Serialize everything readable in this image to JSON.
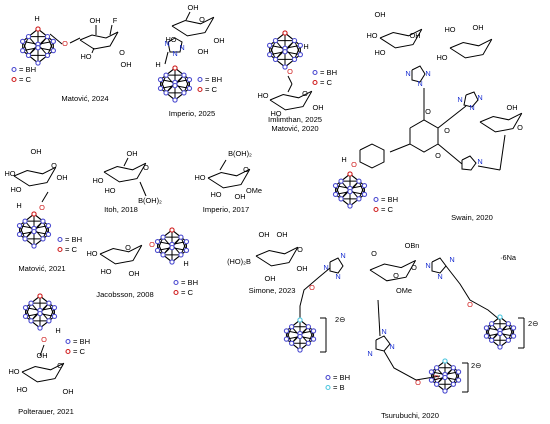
{
  "structures": [
    {
      "key": "s1",
      "label": "Matović, 2024",
      "legend": [
        "= BH",
        "= C"
      ],
      "sub": [
        "OH",
        "F",
        "HO",
        "OH",
        "O",
        "OH",
        "H",
        "O"
      ]
    },
    {
      "key": "s2",
      "label": "Imperio, 2025",
      "legend": [
        "= BH",
        "= C"
      ],
      "sub": [
        "OH",
        "HO",
        "OH",
        "OH",
        "O",
        "N",
        "N",
        "N",
        "H"
      ]
    },
    {
      "key": "s3",
      "label_lines": [
        "Imlimthan, 2025",
        "Matović, 2020"
      ],
      "legend": [
        "= BH",
        "= C"
      ],
      "sub": [
        "H",
        "O",
        "HO",
        "HO",
        "OH",
        "O",
        "OH"
      ]
    },
    {
      "key": "s4",
      "label": "Swain, 2020",
      "legend": [
        "= BH",
        "= C"
      ],
      "sub": [
        "OH",
        "HO",
        "HO",
        "OH",
        "HO",
        "HO",
        "OH",
        "N",
        "N",
        "N",
        "O",
        "O",
        "O",
        "OH",
        "O",
        "N",
        "N",
        "N",
        "H",
        "O"
      ]
    },
    {
      "key": "s5",
      "label": "Matović, 2021",
      "legend": [
        "= BH",
        "= C"
      ],
      "sub": [
        "OH",
        "HO",
        "HO",
        "OH",
        "O",
        "H",
        "O"
      ]
    },
    {
      "key": "s6",
      "label": "Itoh, 2018",
      "sub": [
        "OH",
        "HO",
        "HO",
        "O",
        "B(OH)₂"
      ]
    },
    {
      "key": "s7",
      "label": "Imperio, 2017",
      "sub": [
        "B(OH)₂",
        "HO",
        "HO",
        "O",
        "OH",
        "OMe"
      ]
    },
    {
      "key": "s8",
      "label": "Jacobsson, 2008",
      "legend": [
        "= BH",
        "= C"
      ],
      "sub": [
        "HO",
        "HO",
        "OH",
        "O",
        "O",
        "H"
      ]
    },
    {
      "key": "s9",
      "label": "Simone, 2023",
      "sub": [
        "OH",
        "OH",
        "(HO)₂B",
        "O",
        "OH",
        "OH"
      ]
    },
    {
      "key": "s10",
      "label": "Polterauer, 2021",
      "legend": [
        "= BH",
        "= C"
      ],
      "sub": [
        "H",
        "O",
        "HO",
        "HO",
        "OH",
        "O",
        "OH"
      ]
    },
    {
      "key": "s11",
      "label": "Tsurubuchi, 2020",
      "legend": [
        "= BH",
        "= B"
      ],
      "charges": [
        "·6Na",
        "2⊖",
        "2⊖",
        "2⊖"
      ],
      "sub": [
        "OBn",
        "O",
        "N",
        "N",
        "N",
        "O",
        "N",
        "N",
        "N",
        "O",
        "O",
        "OMe",
        "O",
        "N",
        "N",
        "N",
        "O",
        "O"
      ]
    }
  ],
  "colors": {
    "bh": "#4b4bd0",
    "c": "#d02020",
    "b": "#50c8e0",
    "bond": "#000000"
  }
}
